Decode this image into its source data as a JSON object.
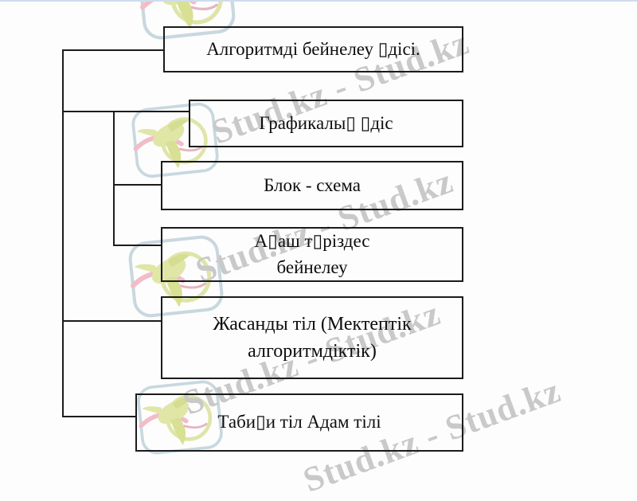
{
  "page": {
    "background_color": "#fdfdfd",
    "top_rule_color": "#cfdcee"
  },
  "diagram": {
    "line_color": "#1c1c1c",
    "boxes": [
      {
        "id": "algorithm-method",
        "lines": [
          "Алгоритмді бейнелеу ▯дісі."
        ]
      },
      {
        "id": "graphic-method",
        "lines": [
          "Графикалы▯  ▯діс"
        ]
      },
      {
        "id": "block-scheme",
        "lines": [
          "Блок - схема"
        ]
      },
      {
        "id": "tree-representation",
        "lines": [
          "А▯аш т▯різдес",
          "бейнелеу"
        ]
      },
      {
        "id": "artificial-language",
        "lines": [
          "Жасанды тіл (Мектептік",
          "алгоритмдіктік)"
        ]
      },
      {
        "id": "natural-language",
        "lines": [
          "Таби▯и тіл Адам тілі"
        ]
      }
    ]
  },
  "watermark": {
    "text": "Stud.kz - Stud.kz",
    "text_color": "#c9c9c9",
    "logo_frame_color": "#c8d8df",
    "logo_green": "#e0e6a6",
    "logo_pink": "#f2bcc8"
  }
}
